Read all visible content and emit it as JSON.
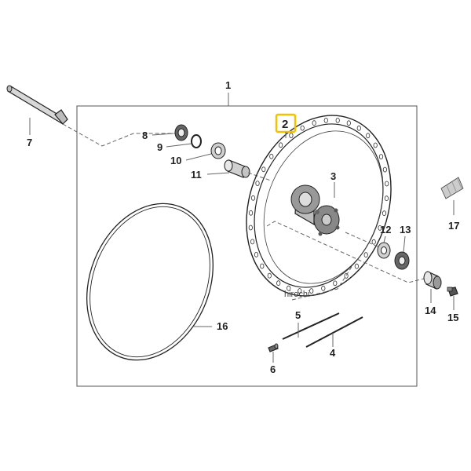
{
  "labels": {
    "p1": "1",
    "p2": "2",
    "p3": "3",
    "p4": "4",
    "p5": "5",
    "p6": "6",
    "p7": "7",
    "p8": "8",
    "p9": "9",
    "p10": "10",
    "p11": "11",
    "p12": "12",
    "p13": "13",
    "p14": "14",
    "p15": "15",
    "p16": "16",
    "p17": "17"
  },
  "watermark": "hirochi",
  "colors": {
    "highlight": "#f2c200",
    "line": "#222222",
    "leader": "#666666"
  }
}
